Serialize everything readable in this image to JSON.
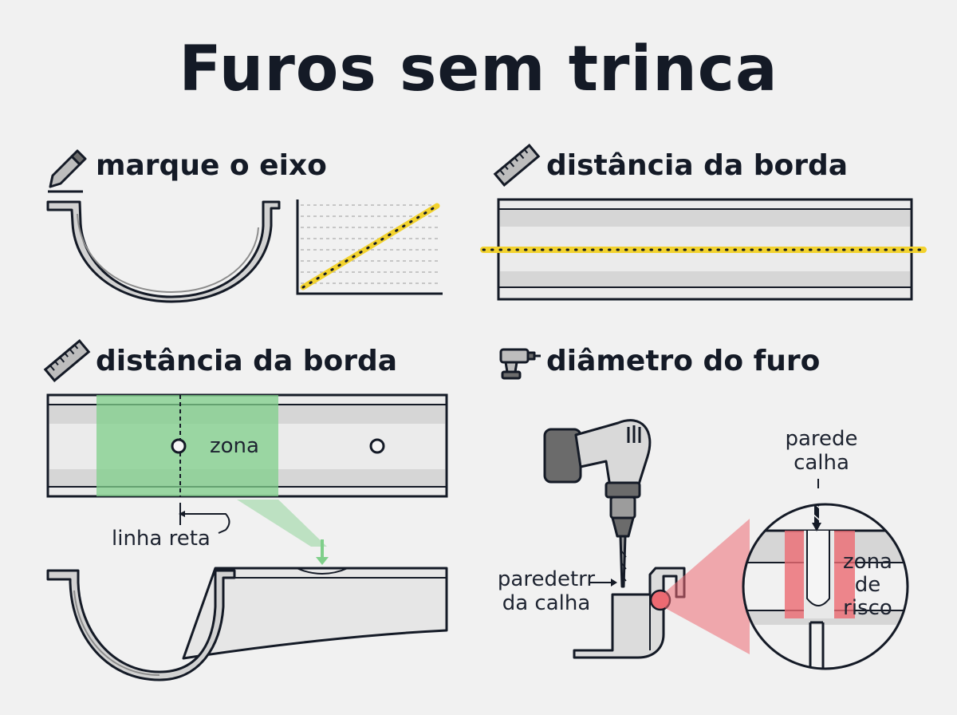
{
  "title": "Furos sem trinca",
  "sections": {
    "mark_axis": {
      "heading": "marque o eixo",
      "icon": "pencil-icon"
    },
    "edge_distance_top": {
      "heading": "distância da borda",
      "icon": "ruler-icon"
    },
    "edge_distance_bottom": {
      "heading": "distância da borda",
      "icon": "ruler-icon",
      "zone_label": "zona",
      "straight_line_label": "linha reta"
    },
    "hole_diameter": {
      "heading": "diâmetro do furo",
      "icon": "drill-icon",
      "gutter_wall_label": "paredetrr\nda calha",
      "wall_label": "parede\ncalha",
      "risk_zone_label": "zona\nde\nrisco"
    }
  },
  "colors": {
    "outline": "#141a26",
    "gutter_fill": "#d9d9d9",
    "gutter_light": "#e8e8e8",
    "marker_yellow": "#f2d22e",
    "zone_green": "#7fcf8a",
    "risk_red": "#ec6a72"
  }
}
